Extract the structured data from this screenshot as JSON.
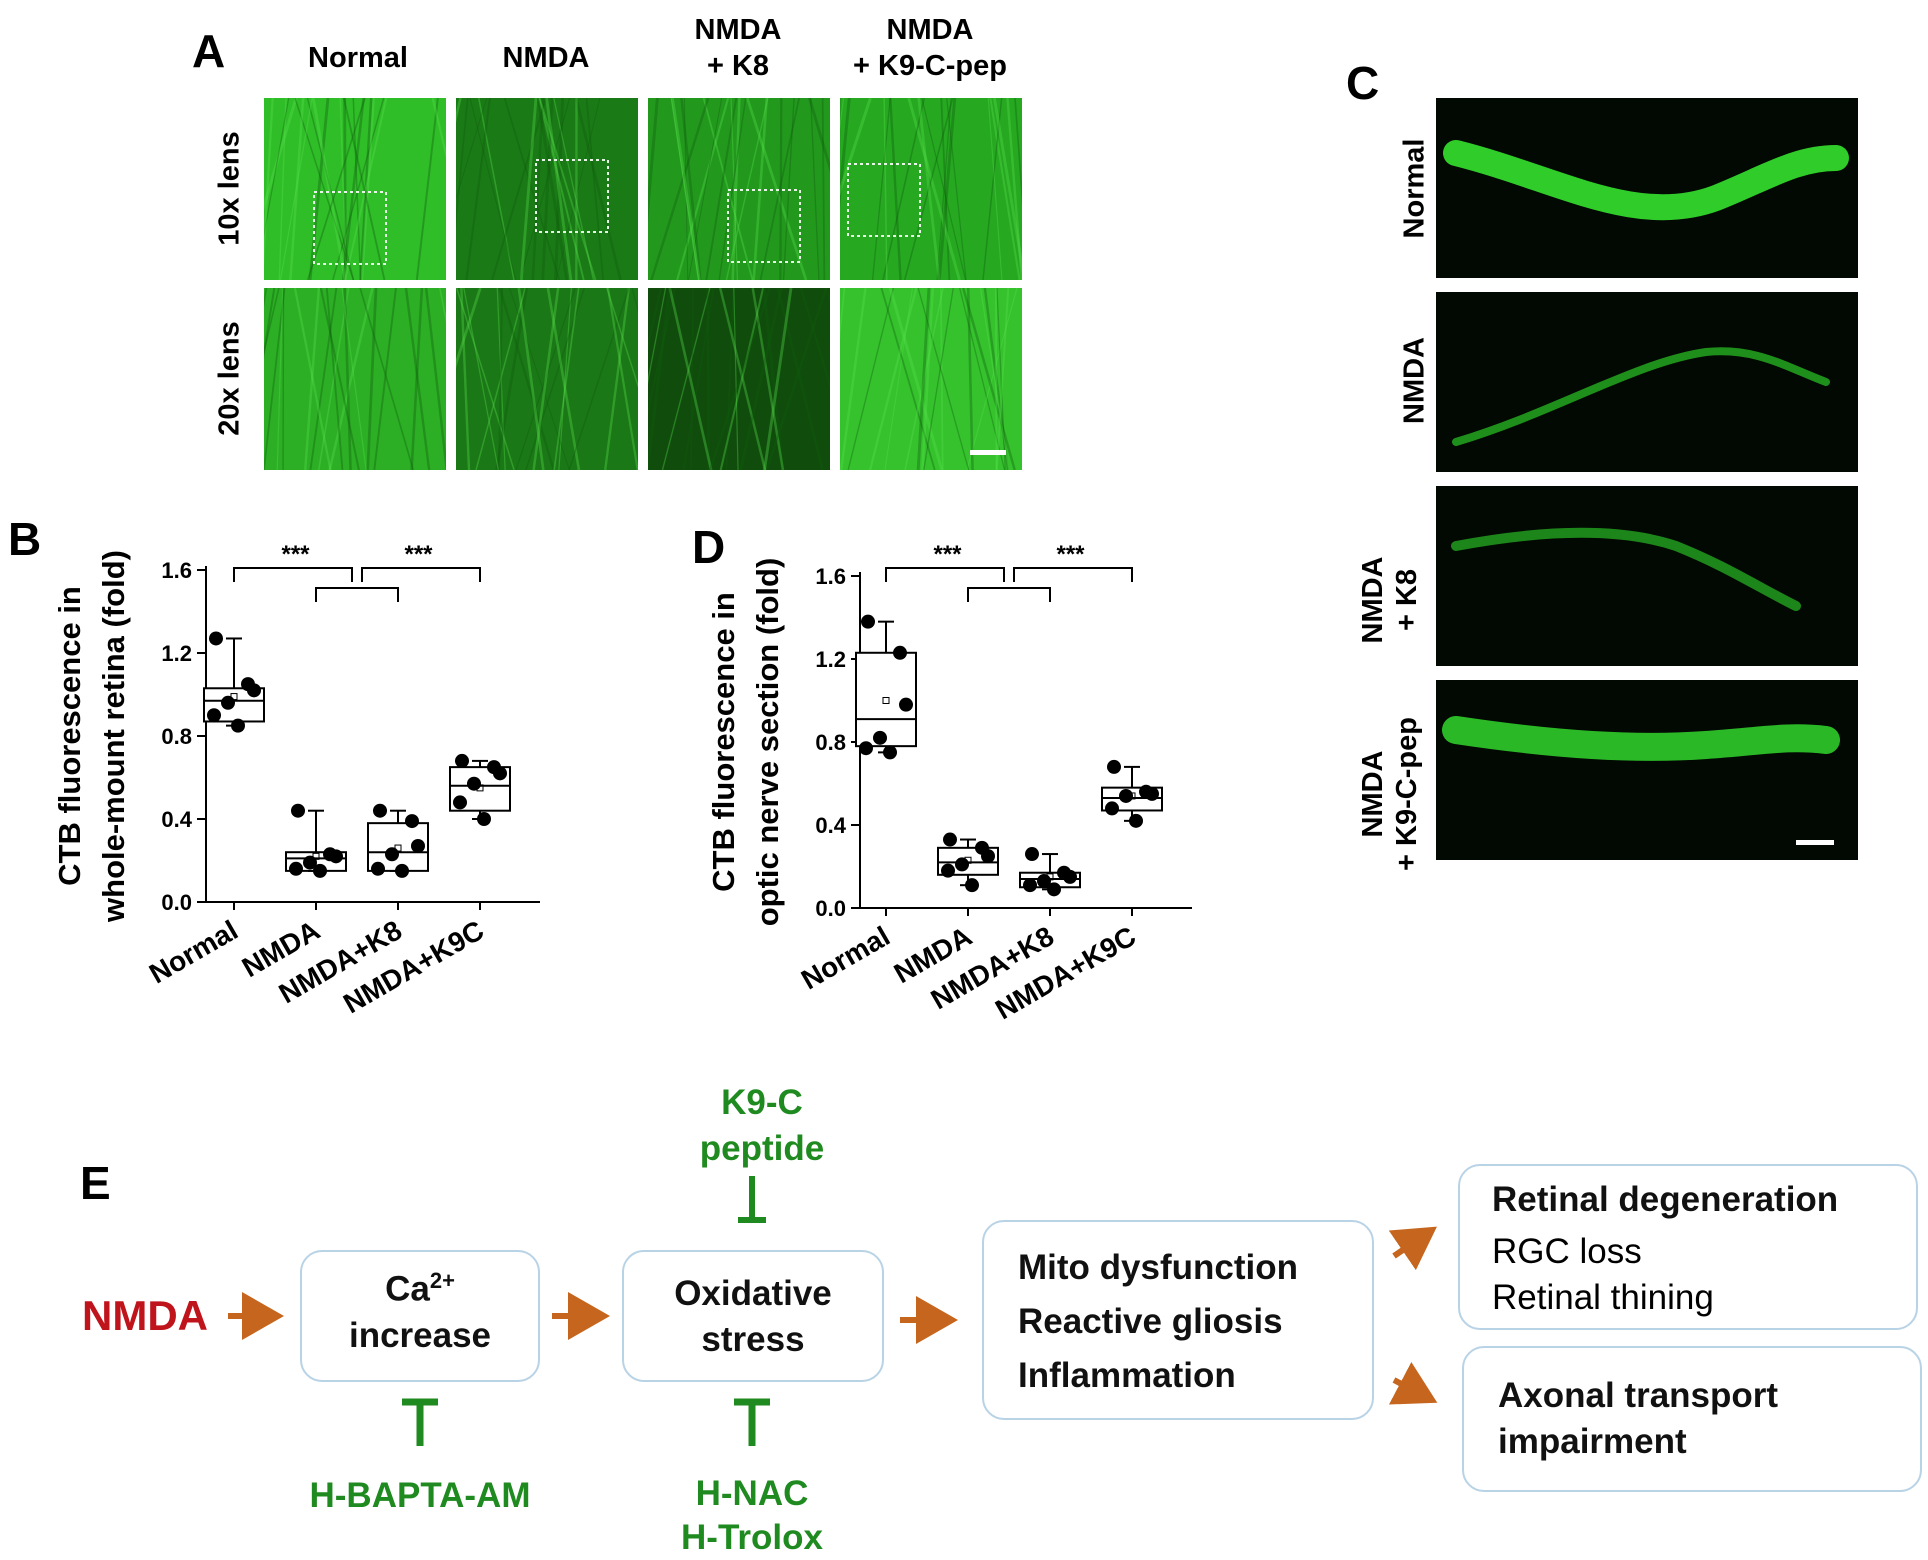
{
  "panel_labels": {
    "a": "A",
    "b": "B",
    "c": "C",
    "d": "D",
    "e": "E"
  },
  "panel_a": {
    "columns": [
      "Normal",
      "NMDA",
      "NMDA\n+ K8",
      "NMDA\n+ K9-C-pep"
    ],
    "rows": [
      "10x lens",
      "20x lens"
    ]
  },
  "panel_c": {
    "rows": [
      "Normal",
      "NMDA",
      "NMDA\n+ K8",
      "NMDA\n+ K9-C-pep"
    ]
  },
  "chart_data": [
    {
      "id": "B",
      "type": "box",
      "ylabel": "CTB fluorescence in\nwhole-mount retina (fold)",
      "xlabel": "",
      "ylim": [
        0,
        1.6
      ],
      "yticks": [
        "0.0",
        "0.4",
        "0.8",
        "1.2",
        "1.6"
      ],
      "categories": [
        "Normal",
        "NMDA",
        "NMDA+K8",
        "NMDA+K9C"
      ],
      "boxes": [
        {
          "q1": 0.87,
          "median": 0.97,
          "q3": 1.03,
          "whisker_low": 0.85,
          "whisker_high": 1.27,
          "mean": 0.99
        },
        {
          "q1": 0.15,
          "median": 0.21,
          "q3": 0.24,
          "whisker_low": 0.15,
          "whisker_high": 0.44,
          "mean": 0.22
        },
        {
          "q1": 0.15,
          "median": 0.24,
          "q3": 0.38,
          "whisker_low": 0.15,
          "whisker_high": 0.44,
          "mean": 0.26
        },
        {
          "q1": 0.44,
          "median": 0.56,
          "q3": 0.65,
          "whisker_low": 0.4,
          "whisker_high": 0.68,
          "mean": 0.55
        }
      ],
      "points": [
        [
          1.27,
          1.05,
          1.02,
          0.96,
          0.9,
          0.85
        ],
        [
          0.44,
          0.23,
          0.22,
          0.19,
          0.16,
          0.15
        ],
        [
          0.44,
          0.39,
          0.27,
          0.23,
          0.16,
          0.15
        ],
        [
          0.68,
          0.65,
          0.62,
          0.57,
          0.48,
          0.4
        ]
      ],
      "significance": [
        {
          "label": "***",
          "from": 0,
          "to_group": [
            1,
            2
          ]
        },
        {
          "label": "***",
          "from": 3,
          "to_group": [
            1,
            2
          ]
        }
      ]
    },
    {
      "id": "D",
      "type": "box",
      "ylabel": "CTB fluorescence in\noptic nerve section (fold)",
      "xlabel": "",
      "ylim": [
        0,
        1.6
      ],
      "yticks": [
        "0.0",
        "0.4",
        "0.8",
        "1.2",
        "1.6"
      ],
      "categories": [
        "Normal",
        "NMDA",
        "NMDA+K8",
        "NMDA+K9C"
      ],
      "boxes": [
        {
          "q1": 0.78,
          "median": 0.91,
          "q3": 1.23,
          "whisker_low": 0.75,
          "whisker_high": 1.38,
          "mean": 1.0
        },
        {
          "q1": 0.16,
          "median": 0.22,
          "q3": 0.29,
          "whisker_low": 0.11,
          "whisker_high": 0.33,
          "mean": 0.23
        },
        {
          "q1": 0.1,
          "median": 0.14,
          "q3": 0.17,
          "whisker_low": 0.09,
          "whisker_high": 0.26,
          "mean": 0.15
        },
        {
          "q1": 0.47,
          "median": 0.53,
          "q3": 0.58,
          "whisker_low": 0.42,
          "whisker_high": 0.68,
          "mean": 0.54
        }
      ],
      "points": [
        [
          1.38,
          1.23,
          0.98,
          0.82,
          0.77,
          0.75
        ],
        [
          0.33,
          0.29,
          0.25,
          0.21,
          0.18,
          0.11
        ],
        [
          0.26,
          0.17,
          0.15,
          0.13,
          0.11,
          0.09
        ],
        [
          0.68,
          0.56,
          0.55,
          0.54,
          0.48,
          0.42
        ]
      ],
      "significance": [
        {
          "label": "***",
          "from": 0,
          "to_group": [
            1,
            2
          ]
        },
        {
          "label": "***",
          "from": 3,
          "to_group": [
            1,
            2
          ]
        }
      ]
    }
  ],
  "diagram": {
    "start": "NMDA",
    "calcium": {
      "main": "Ca",
      "sup": "2+",
      "line2": "increase"
    },
    "oxidative": {
      "line1": "Oxidative",
      "line2": "stress"
    },
    "mito": [
      "Mito dysfunction",
      "Reactive gliosis",
      "Inflammation"
    ],
    "retinal": {
      "title": "Retinal degeneration",
      "items": [
        "RGC loss",
        "Retinal thining"
      ]
    },
    "axonal": [
      "Axonal transport",
      "impairment"
    ],
    "inhibitors": {
      "top": [
        "K9-C",
        "peptide"
      ],
      "calcium": [
        "H-BAPTA-AM"
      ],
      "oxidative": [
        "H-NAC",
        "H-Trolox"
      ]
    },
    "colors": {
      "arrow": "#c6651d",
      "inhibitor": "#1f8a1f",
      "start": "#c0141c",
      "box_border": "#b9d3e6"
    }
  }
}
